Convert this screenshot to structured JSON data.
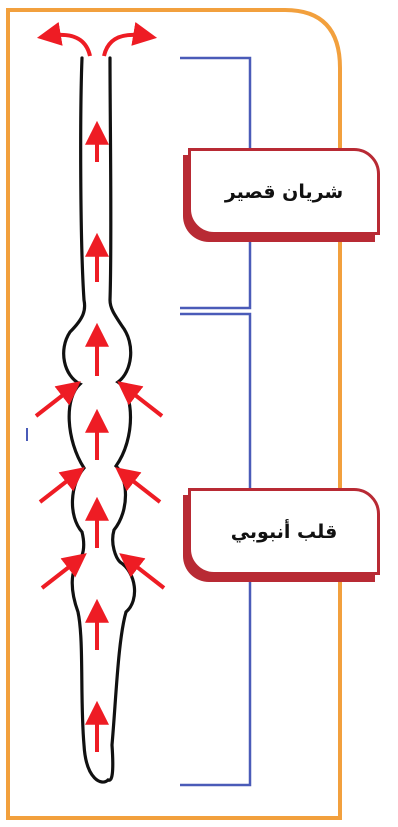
{
  "labels": {
    "short_artery": "شريان قصير",
    "tubular_heart": "قلب أنبوبي"
  },
  "colors": {
    "frame": "#f2a03d",
    "bracket": "#4a5bb8",
    "callout_border": "#b82a34",
    "arrow": "#ee1c24",
    "outline": "#111111"
  },
  "icons": [
    "flow-up-arrow",
    "contraction-arrow",
    "outflow-arrow"
  ]
}
